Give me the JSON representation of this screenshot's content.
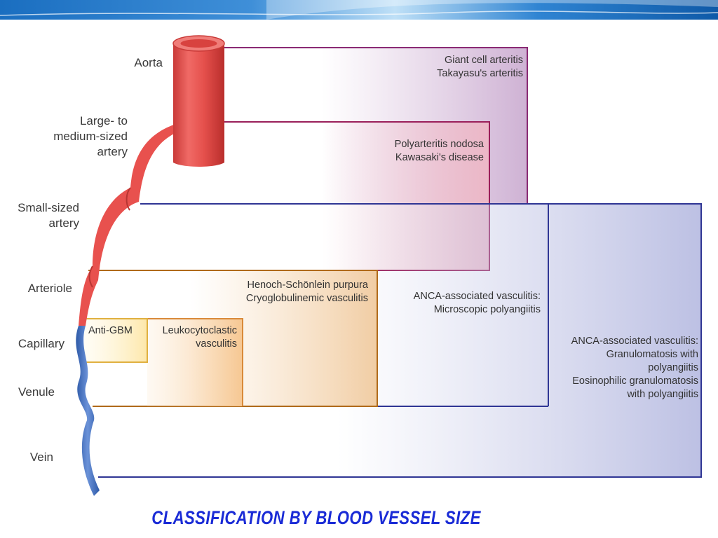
{
  "vessels": {
    "aorta": "Aorta",
    "large_medium_line1": "Large- to",
    "large_medium_line2": "medium-sized",
    "large_medium_line3": "artery",
    "small_line1": "Small-sized",
    "small_line2": "artery",
    "arteriole": "Arteriole",
    "capillary": "Capillary",
    "venule": "Venule",
    "vein": "Vein"
  },
  "diseases": {
    "giant_cell": "Giant cell arteritis",
    "takayasu": "Takayasu's arteritis",
    "polyarteritis": "Polyarteritis nodosa",
    "kawasaki": "Kawasaki's disease",
    "henoch": "Henoch-Schönlein purpura",
    "cryo": "Cryoglobulinemic vasculitis",
    "anca_mpa_line1": "ANCA-associated vasculitis:",
    "anca_mpa_line2": "Microscopic polyangiitis",
    "anti_gbm": "Anti-GBM",
    "leuko_line1": "Leukocytoclastic",
    "leuko_line2": "vasculitis",
    "anca_gpa_line1": "ANCA-associated vasculitis:",
    "anca_gpa_line2": "Granulomatosis with",
    "anca_gpa_line3": "polyangiitis",
    "anca_gpa_line4": "Eosinophilic granulomatosis",
    "anca_gpa_line5": "with polyangiitis"
  },
  "title": "Classification by blood vessel size",
  "colors": {
    "large_vessel_border": "#8a2a74",
    "medium_vessel_border": "#9a1f5a",
    "small_vessel_border": "#2f3594",
    "immune_complex_border": "#b06a1a",
    "leuko_border": "#d98a3a",
    "anti_gbm_border": "#e0b040",
    "artery_red": "#e8514e",
    "vein_blue": "#4a73c6",
    "title_blue": "#1a2bd6"
  }
}
